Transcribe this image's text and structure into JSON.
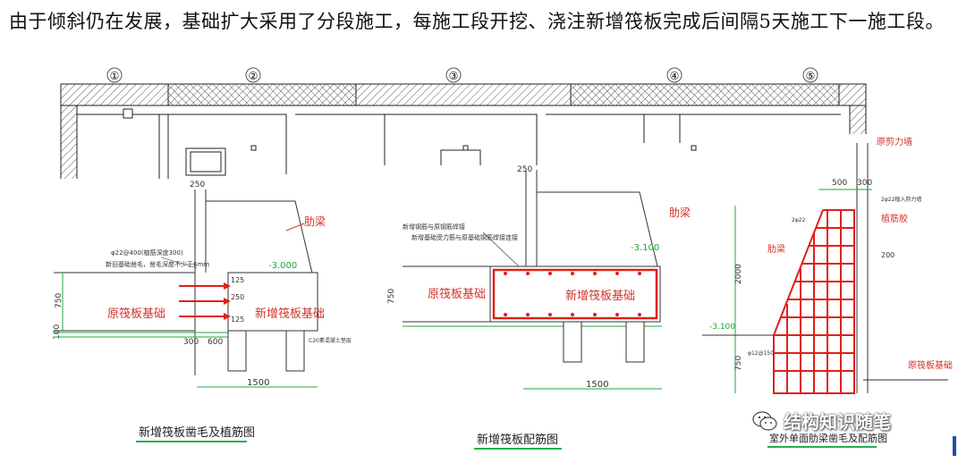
{
  "paragraph": "由于倾斜仍在发展，基础扩大采用了分段施工，每施工段开挖、浇注新增筏板完成后间隔5天施工下一施工段。",
  "plan": {
    "axes": [
      "①",
      "②",
      "③",
      "④",
      "⑤"
    ]
  },
  "drawing1": {
    "caption": "新增筏板凿毛及植筋图",
    "label_old": "原筏板基础",
    "label_new": "新增筏板基础",
    "label_beam": "肋梁",
    "elev": "-3.000",
    "dim_top": "250",
    "dim_bottom": "1500",
    "dim_left": "750",
    "dim_small": "300",
    "dim_600": "600",
    "dim_125a": "125",
    "dim_250": "250",
    "dim_125b": "125",
    "dim_100": "100",
    "note1": "φ22@400(植筋深度300)",
    "note2": "新旧基础凿毛，凿毛深度不少于6mm",
    "note3": "C20素混凝土垫层"
  },
  "drawing2": {
    "caption": "新增筏板配筋图",
    "label_old": "原筏板基础",
    "label_new": "新增筏板基础",
    "label_beam": "肋梁",
    "elev": "-3.100",
    "dim_top": "250",
    "dim_bottom": "1500",
    "dim_left": "750",
    "note1": "新增钢筋与原钢筋焊接",
    "note2": "新增基础受力筋与原基础钢筋焊接连接"
  },
  "drawing3": {
    "caption": "室外单面肋梁凿毛及配筋图",
    "label_wall": "原剪力墙",
    "label_beam": "肋梁",
    "label_old": "原筏板基础",
    "label_plant": "植筋胶",
    "elev": "-3.100",
    "dim_500": "500",
    "dim_300": "300",
    "dim_2000": "2000",
    "dim_750": "750",
    "dim_200": "200",
    "note1": "2φ22植入剪力墙",
    "note2": "2φ22",
    "note3": "φ12@150"
  },
  "watermark": {
    "text": "结构知识随笔",
    "icon": "wechat-icon"
  },
  "colors": {
    "cad_line": "#222222",
    "rebar": "#e0201a",
    "label": "#d2342c",
    "dim": "#1ea83c",
    "caption_underline": "#22b14c"
  }
}
